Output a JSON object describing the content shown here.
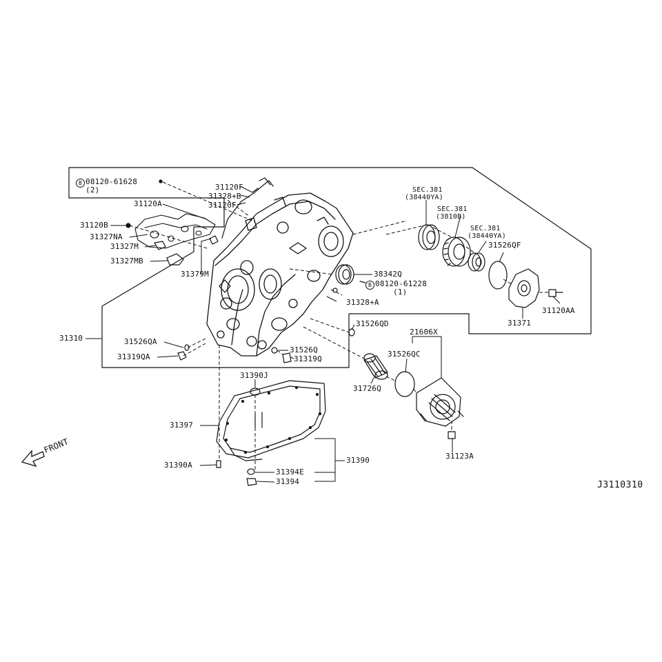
{
  "drawing_code": "J3110310",
  "front_label": "FRONT",
  "bolt_symbol": "B",
  "callouts": {
    "p08120_61628": "08120-61628",
    "p08120_61628_qty": "(2)",
    "p31120F_a": "31120F",
    "p31328B": "31328+B",
    "p31120F_b": "31120F",
    "p31120A": "31120A",
    "p31120B": "31120B",
    "p31327NA": "31327NA",
    "p31327M": "31327M",
    "p31327MB": "31327MB",
    "p31379M": "31379M",
    "sec381_a": "SEC.381",
    "sec381_a_ref": "(38440YA)",
    "sec381_b": "SEC.381",
    "sec381_b_ref": "(3810B)",
    "sec381_c": "SEC.381",
    "sec381_c_ref": "(38440YA)",
    "p31526QF": "31526QF",
    "p38342Q": "38342Q",
    "p08120_61228": "08120-61228",
    "p08120_61228_qty": "(1)",
    "p31328A": "31328+A",
    "p31120AA": "31120AA",
    "p31371": "31371",
    "p31526QD": "31526QD",
    "p21606X": "21606X",
    "p31310": "31310",
    "p31526QA": "31526QA",
    "p31319QA": "31319QA",
    "p31526Q": "31526Q",
    "p31319Q": "31319Q",
    "p31526QC": "31526QC",
    "p31390J": "31390J",
    "p31726Q": "31726Q",
    "p31397": "31397",
    "p31123A": "31123A",
    "p31390A": "31390A",
    "p31390": "31390",
    "p31394E": "31394E",
    "p31394": "31394"
  }
}
